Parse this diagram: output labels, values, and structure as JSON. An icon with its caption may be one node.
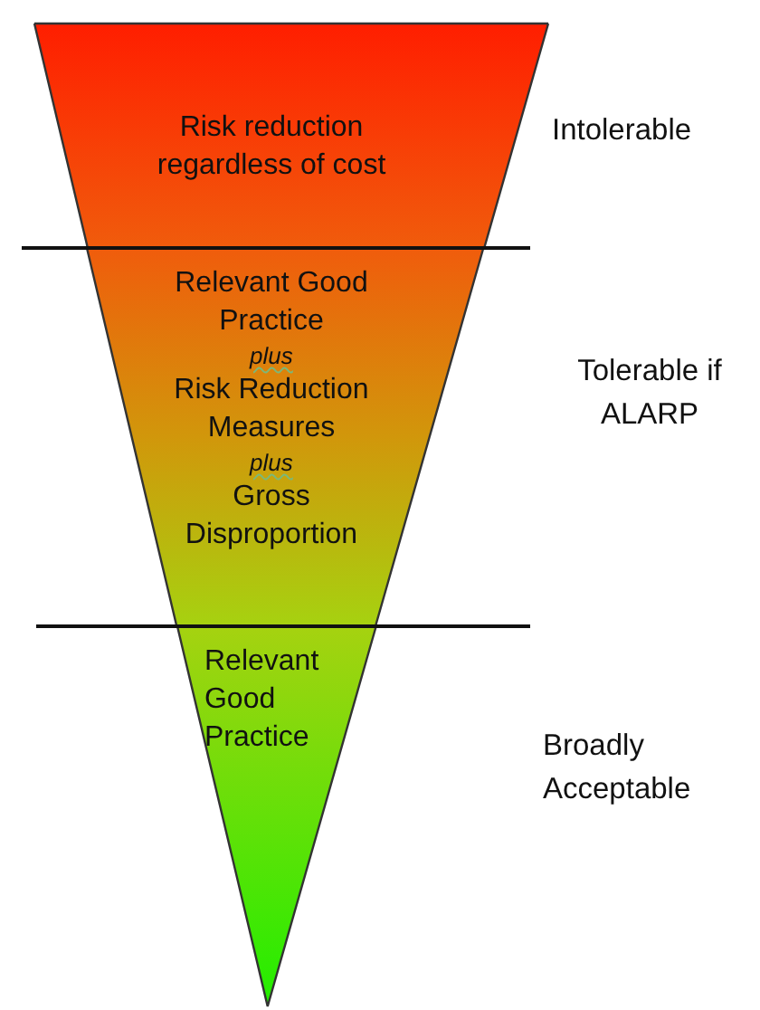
{
  "diagram": {
    "nodes": [
      {
        "text": [
          "Risk reduction regardless of cost"
        ],
        "beside": [
          "Intolerable"
        ]
      },
      {
        "text": [
          "Relevant Good Practice",
          "plus",
          "Risk Reduction Measures",
          "plus",
          "Gross Disproportion"
        ],
        "beside": [
          "Tolerable if ALARP"
        ]
      },
      {
        "text": [
          "Relevant Good Practice"
        ]
      }
    ],
    "labels": [
      "Broadly Acceptable"
    ]
  }
}
